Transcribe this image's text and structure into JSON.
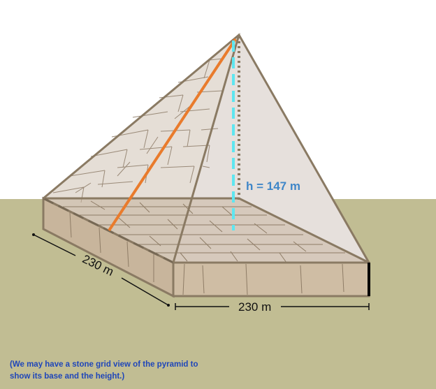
{
  "diagram": {
    "height_label": "h = 147 m",
    "side_label": "230 m",
    "front_label": "230 m",
    "note_line1": "(We may have a stone grid view of the pyramid to",
    "note_line2": "show its base and the height.)"
  },
  "colors": {
    "ground": "#c1bd93",
    "sky": "#ffffff",
    "pyramid_left_face": "#e3dbd2",
    "pyramid_right_face": "#e6e0dc",
    "pyramid_edge": "#8a7a63",
    "base_top": "#c9b7a2",
    "base_front": "#cfbda4",
    "base_side": "#c8b59c",
    "slant_height": "#e97b2c",
    "height_line": "#5ee6f0",
    "height_text": "#3f86c8",
    "note_text": "#1f46b9",
    "dimension": "#111111"
  }
}
